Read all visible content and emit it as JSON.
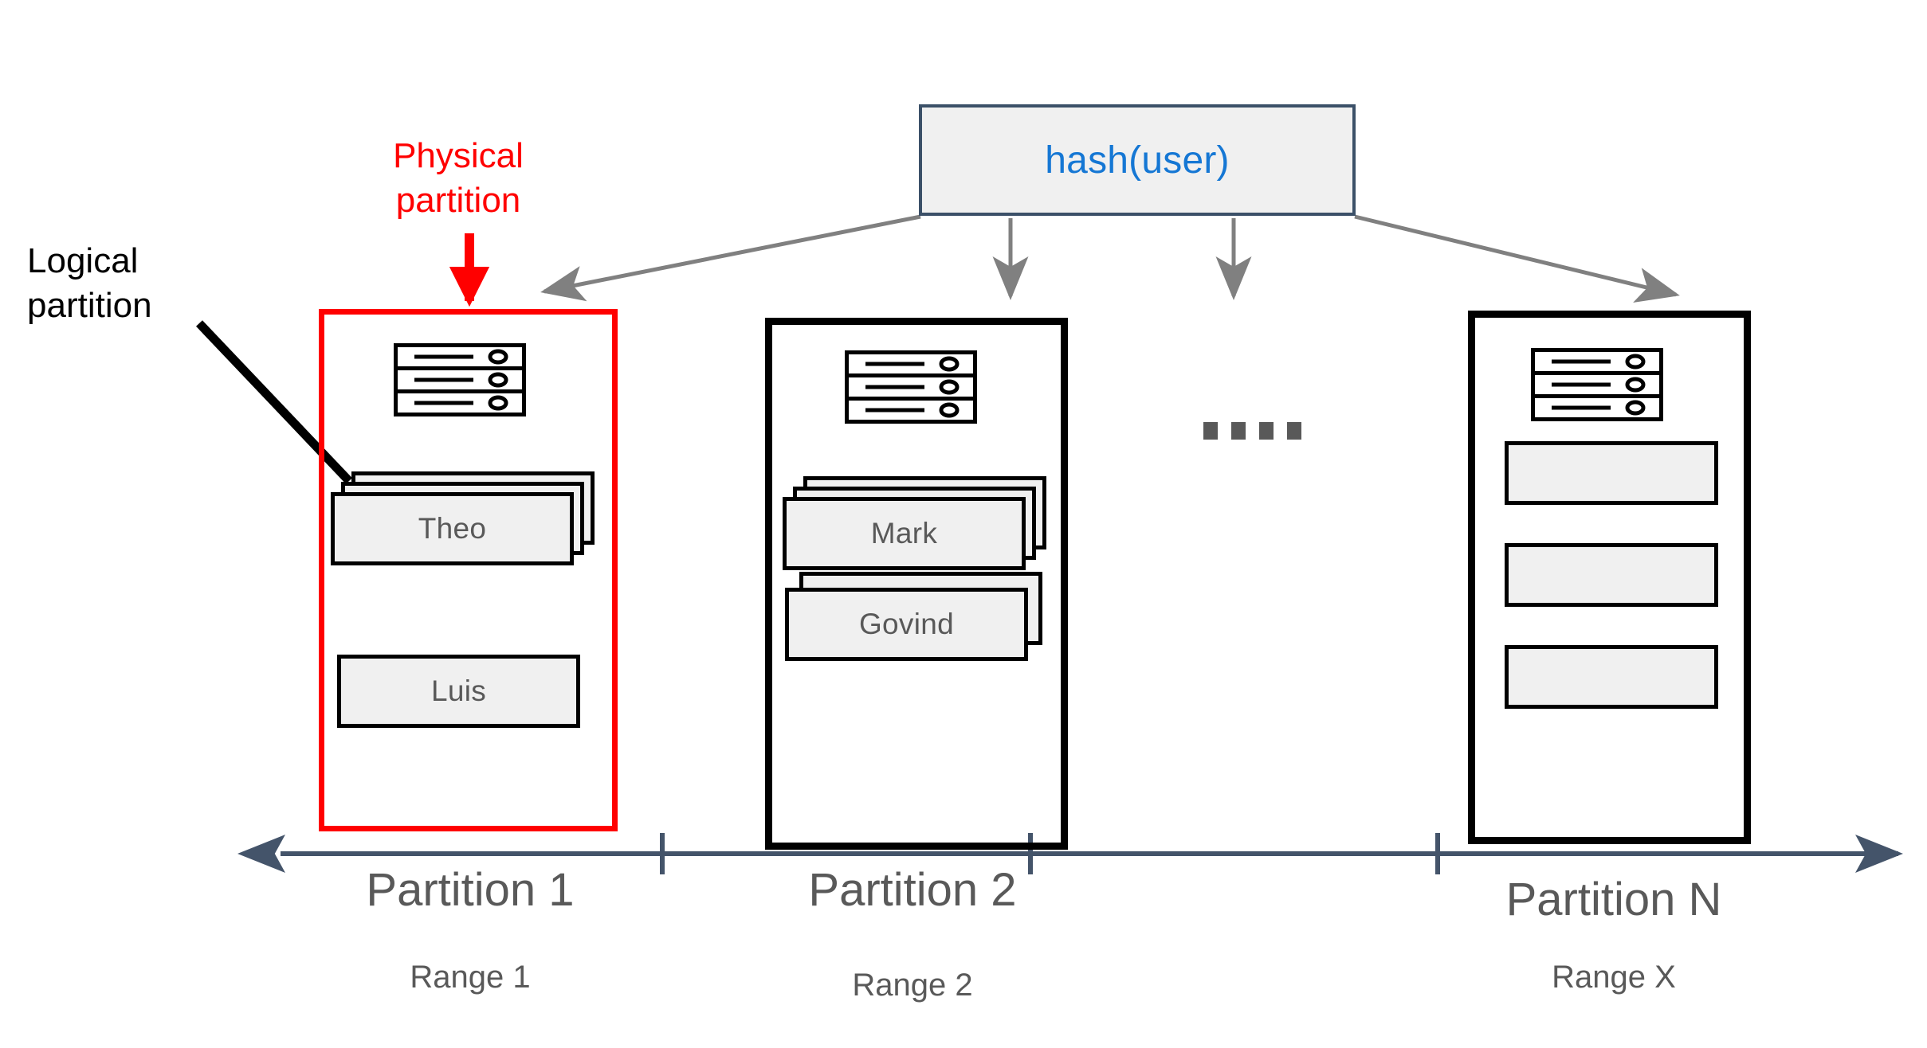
{
  "diagram": {
    "annotations": {
      "logical_partition": "Logical\npartition",
      "physical_partition": "Physical\npartition"
    },
    "hash_box": {
      "label": "hash(user)",
      "border_color": "#3b5068",
      "fill_color": "#f0f0f0",
      "text_color": "#1577d4"
    },
    "ellipsis": {
      "dot_count": 4,
      "color": "#595959"
    },
    "colors": {
      "physical_partition_outline": "#ff0000",
      "logical_partition_outline": "#000000",
      "partition_outline": "#000000",
      "axis": "#44546a",
      "arrow": "#808080",
      "card_fill": "#f0f0f0",
      "card_text": "#595959",
      "caption_text": "#595959"
    },
    "partitions": [
      {
        "id": "partition-1",
        "box_style": "red",
        "caption": "Partition 1",
        "range": "Range 1",
        "icon": "server-icon",
        "cards": [
          {
            "label": "Theo",
            "stack": 3
          },
          {
            "label": "Luis",
            "stack": 1
          }
        ]
      },
      {
        "id": "partition-2",
        "box_style": "black",
        "caption": "Partition 2",
        "range": "Range 2",
        "icon": "server-icon",
        "cards": [
          {
            "label": "Mark",
            "stack": 3
          },
          {
            "label": "Govind",
            "stack": 2
          }
        ]
      },
      {
        "id": "partition-n",
        "box_style": "black",
        "caption": "Partition N",
        "range": "Range X",
        "icon": "server-icon",
        "cards": [
          {
            "label": "",
            "stack": 1
          },
          {
            "label": "",
            "stack": 1
          },
          {
            "label": "",
            "stack": 1
          }
        ]
      }
    ]
  }
}
